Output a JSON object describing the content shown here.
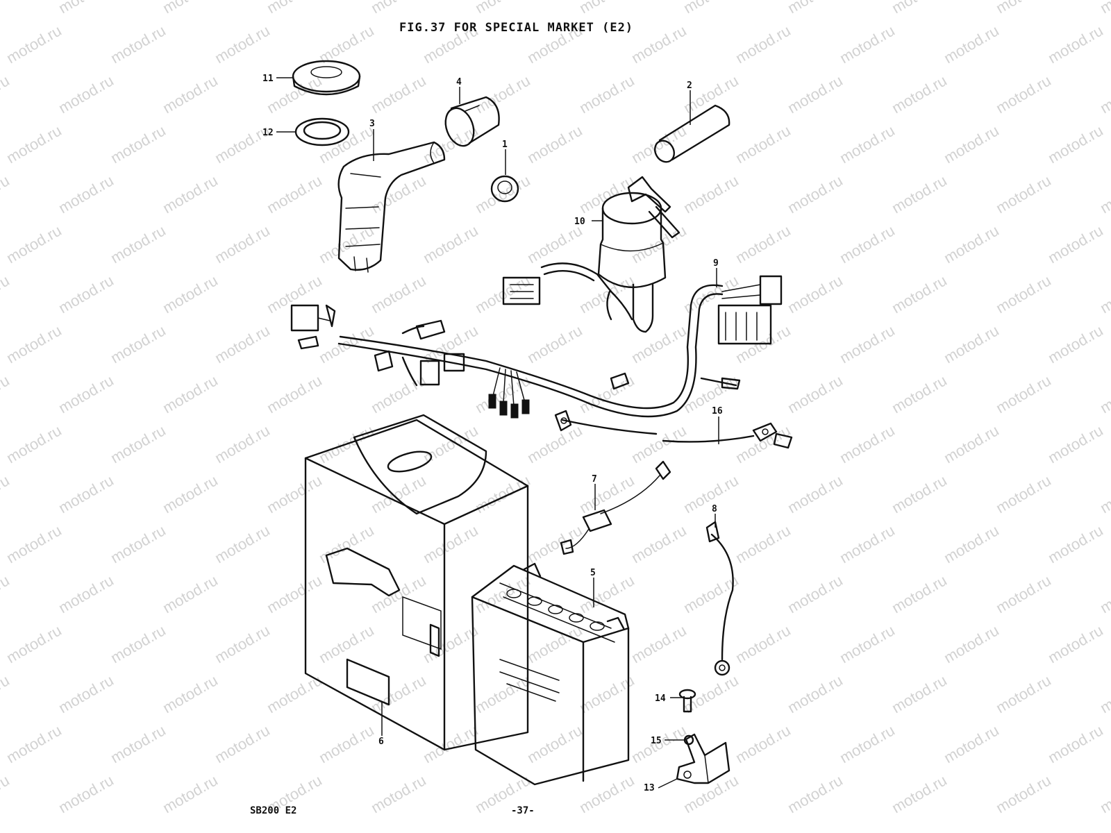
{
  "figure": {
    "title": "FIG.37  FOR SPECIAL MARKET (E2)",
    "model": "SB200  E2",
    "page": "-37-"
  },
  "watermark": {
    "text": "motod.ru"
  },
  "callouts": [
    "1",
    "2",
    "3",
    "4",
    "5",
    "6",
    "7",
    "8",
    "9",
    "10",
    "11",
    "12",
    "13",
    "14",
    "15",
    "16"
  ]
}
